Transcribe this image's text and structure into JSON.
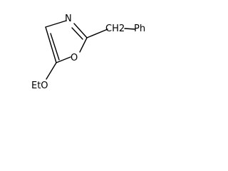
{
  "molecule": {
    "atoms": {
      "nitrogen": "N",
      "ring_oxygen": "O",
      "benzyl_ch2": "CH2",
      "phenyl": "Ph",
      "ethoxy": "EtO"
    },
    "bonds": [
      {
        "name": "bond-n-c2",
        "order": 2
      },
      {
        "name": "bond-c2-o1",
        "order": 1
      },
      {
        "name": "bond-o1-c5",
        "order": 1
      },
      {
        "name": "bond-c5-c4",
        "order": 2
      },
      {
        "name": "bond-c4-n",
        "order": 1
      },
      {
        "name": "bond-c2-ch2",
        "order": 1
      },
      {
        "name": "bond-ch2-ph",
        "order": 1
      },
      {
        "name": "bond-c5-oet",
        "order": 1
      }
    ]
  }
}
